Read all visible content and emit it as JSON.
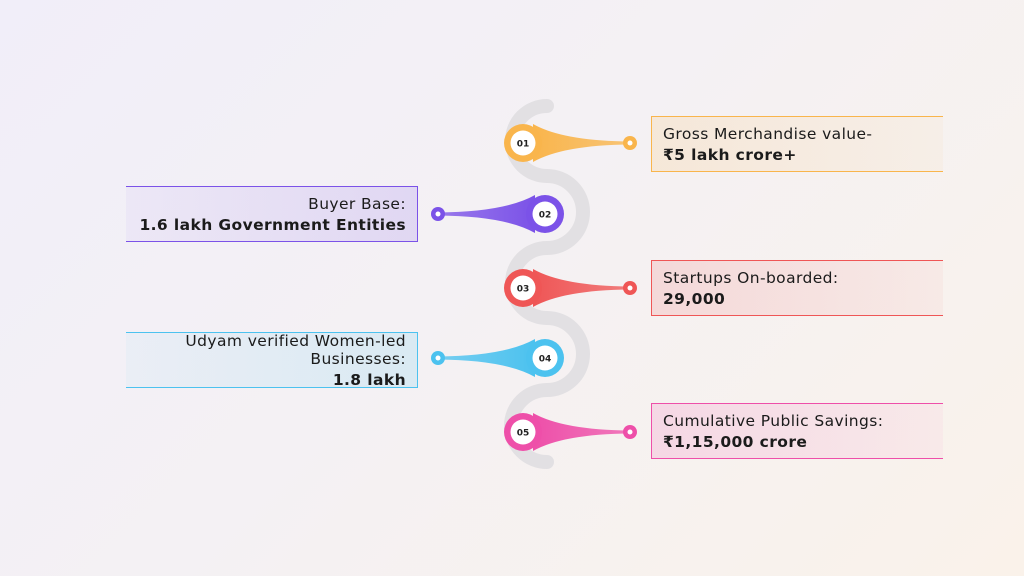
{
  "colors": {
    "track": "#e2e0e3",
    "steps": [
      "#f9b54c",
      "#7b52e8",
      "#ef5656",
      "#4cc2ef",
      "#ee4fa9"
    ]
  },
  "steps": [
    {
      "number": "01",
      "label": "Gross Merchandise value-",
      "value": "₹5 lakh crore+",
      "side": "right"
    },
    {
      "number": "02",
      "label": "Buyer Base:",
      "value": "1.6 lakh Government Entities",
      "side": "left"
    },
    {
      "number": "03",
      "label": "Startups On-boarded:",
      "value": "29,000",
      "side": "right"
    },
    {
      "number": "04",
      "label": "Udyam verified Women-led Businesses:",
      "value": "1.8 lakh",
      "side": "left"
    },
    {
      "number": "05",
      "label": "Cumulative Public Savings:",
      "value": "₹1,15,000 crore",
      "side": "right"
    }
  ]
}
